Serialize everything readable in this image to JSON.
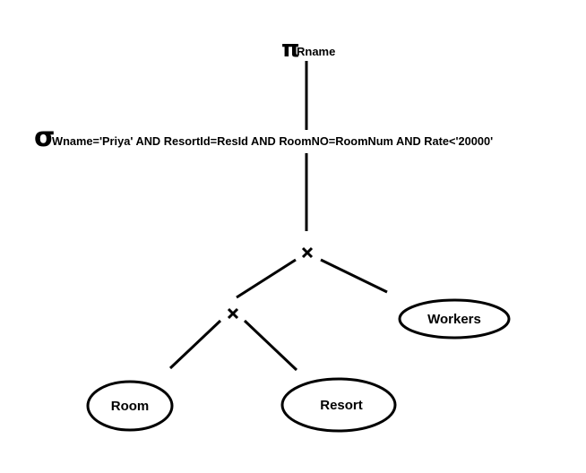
{
  "projection": {
    "symbol": "π",
    "attribute": "Rname"
  },
  "selection": {
    "symbol": "σ",
    "condition": "Wname='Priya' AND ResortId=ResId AND RoomNO=RoomNum AND Rate<'20000'"
  },
  "joins": {
    "top_symbol": "×",
    "bottom_symbol": "×"
  },
  "relations": {
    "room": "Room",
    "resort": "Resort",
    "workers": "Workers"
  }
}
